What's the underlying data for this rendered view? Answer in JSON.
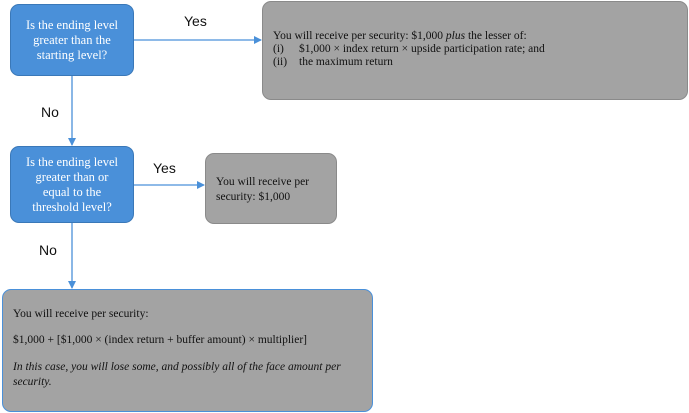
{
  "decisions": [
    {
      "question": "Is the ending level\ngreater than the\nstarting level?"
    },
    {
      "question": "Is the ending level\ngreater than or\nequal to the\nthreshold level?"
    }
  ],
  "labels": {
    "yes1": "Yes",
    "no1": "No",
    "yes2": "Yes",
    "no2": "No"
  },
  "outcomes": {
    "o1": {
      "intro_before": "You will receive per security: $1,000 ",
      "intro_italic": "plus",
      "intro_after": " the lesser of:",
      "items": [
        {
          "num": "(i)",
          "text": "$1,000 × index return × upside participation rate; and"
        },
        {
          "num": "(ii)",
          "text": "the maximum return"
        }
      ]
    },
    "o2": {
      "text": "You will receive per security: $1,000"
    },
    "o3": {
      "line1": "You will receive per security:",
      "line2": "$1,000 + [$1,000 × (index return + buffer amount) × multiplier]",
      "line3": "In this case, you will lose some, and possibly all of the face amount per security."
    }
  },
  "colors": {
    "decision_fill": "#4a90d9",
    "outcome_fill": "#a3a3a3",
    "arrow": "#4a90d9"
  }
}
